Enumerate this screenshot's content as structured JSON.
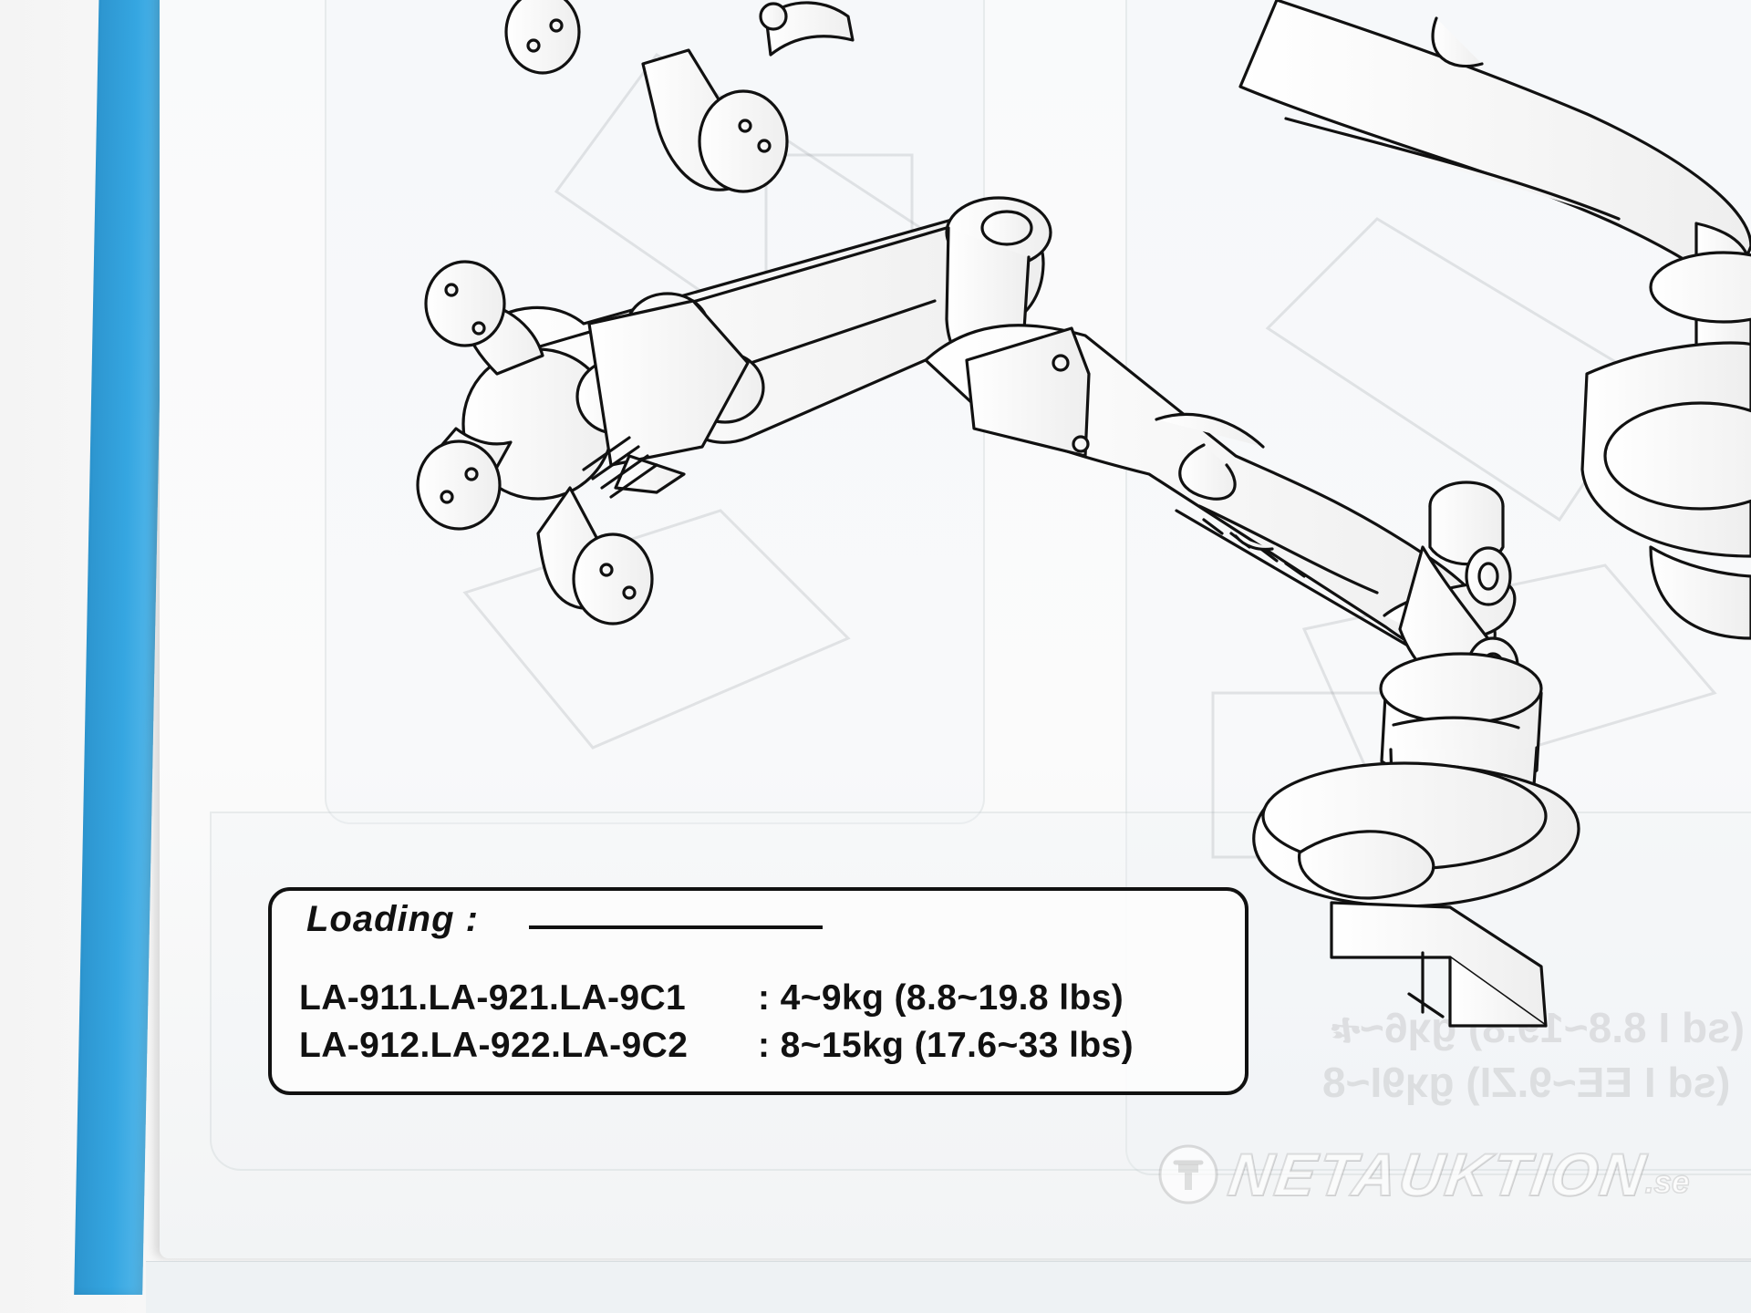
{
  "loading_box": {
    "title": "Loading :",
    "rows": [
      {
        "models": "LA-911.LA-921.LA-9C1",
        "capacity": ": 4~9kg (8.8~19.8 lbs)"
      },
      {
        "models": "LA-912.LA-922.LA-9C2",
        "capacity": ": 8~15kg (17.6~33 lbs)"
      }
    ]
  },
  "watermark": {
    "brand": "NETAUKTION",
    "suffix": ".se",
    "logo_icon": "hammer-icon"
  },
  "colors": {
    "blue_edge": "#35a6e1",
    "paper": "#f9fafb",
    "ink": "#111111"
  }
}
